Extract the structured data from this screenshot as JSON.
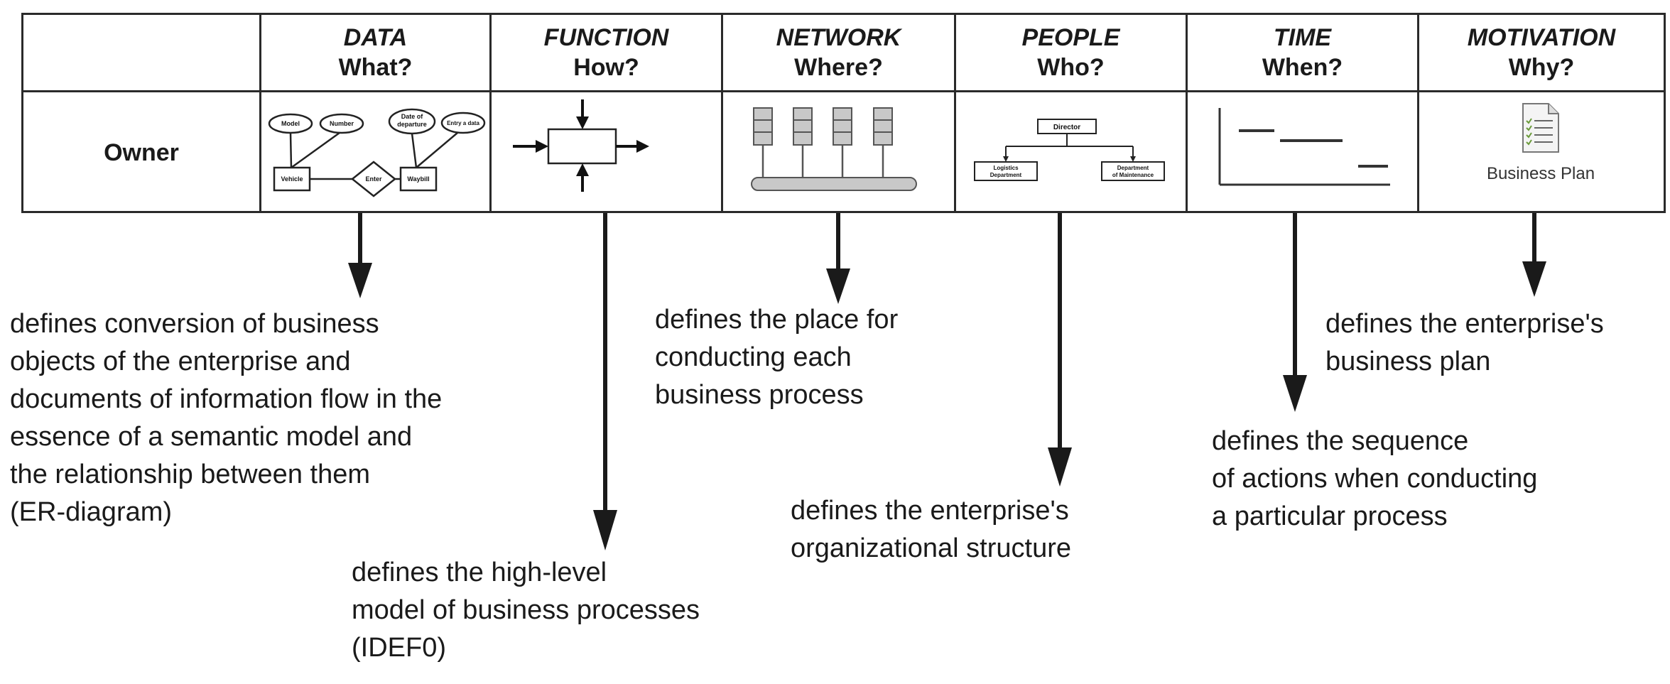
{
  "header": {
    "columns": [
      {
        "category": "DATA",
        "question": "What?"
      },
      {
        "category": "FUNCTION",
        "question": "How?"
      },
      {
        "category": "NETWORK",
        "question": "Where?"
      },
      {
        "category": "PEOPLE",
        "question": "Who?"
      },
      {
        "category": "TIME",
        "question": "When?"
      },
      {
        "category": "MOTIVATION",
        "question": "Why?"
      }
    ]
  },
  "row": {
    "label": "Owner"
  },
  "cells": {
    "data": {
      "attr_model": "Model",
      "attr_number": "Number",
      "attr_date_line1": "Date of",
      "attr_date_line2": "departure",
      "attr_entry": "Entry a data",
      "entity_vehicle": "Vehicle",
      "relation_enter": "Enter",
      "entity_waybill": "Waybill"
    },
    "people": {
      "top": "Director",
      "left_line1": "Logistics",
      "left_line2": "Department",
      "right_line1": "Department",
      "right_line2": "of Maintenance"
    },
    "motivation": {
      "caption": "Business Plan"
    }
  },
  "descriptions": {
    "data": "defines conversion of business\nobjects of the enterprise and\ndocuments of information flow in the\nessence of a semantic model and\nthe relationship between them\n(ER-diagram)",
    "function": "defines the high-level\nmodel of business processes\n(IDEF0)",
    "network": "defines the place for\nconducting each\nbusiness process",
    "people": "defines the enterprise's\norganizational structure",
    "time": "defines the sequence\nof actions when conducting\na particular process",
    "motivation": "defines the enterprise's\nbusiness plan"
  }
}
